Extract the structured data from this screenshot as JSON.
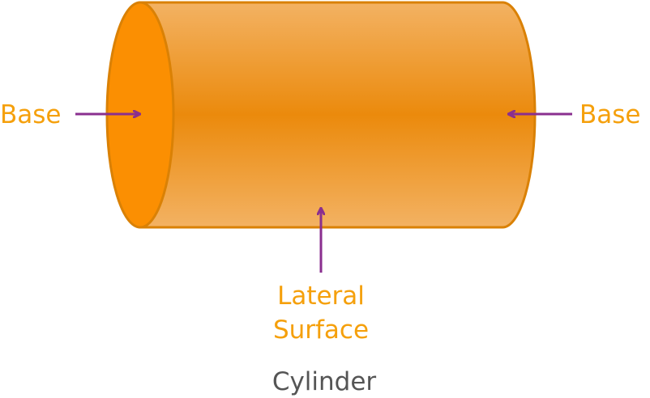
{
  "labels": {
    "base_left": "Base",
    "base_right": "Base",
    "lateral_line1": "Lateral",
    "lateral_line2": "Surface",
    "caption": "Cylinder"
  },
  "colors": {
    "cylinder_body": "#eb8a0c",
    "cylinder_highlight": "#f3b262",
    "base_face": "#fb8f02",
    "outline": "#da8105",
    "label_text": "#f5a00c",
    "arrow": "#8a2f8f",
    "caption_text": "#555555"
  }
}
